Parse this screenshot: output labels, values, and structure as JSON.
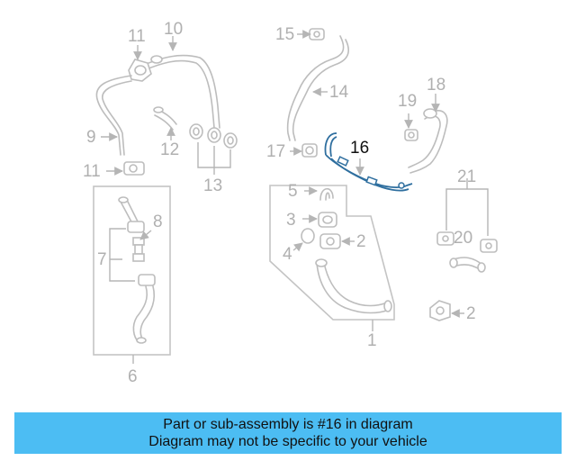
{
  "callouts": {
    "c1": "1",
    "c2a": "2",
    "c2b": "2",
    "c3": "3",
    "c4": "4",
    "c5": "5",
    "c6": "6",
    "c7": "7",
    "c8": "8",
    "c9": "9",
    "c10": "10",
    "c11a": "11",
    "c11b": "11",
    "c12": "12",
    "c13": "13",
    "c14": "14",
    "c15": "15",
    "c16": "16",
    "c17": "17",
    "c18": "18",
    "c19": "19",
    "c20": "20",
    "c21": "21"
  },
  "highlight": {
    "part": "16",
    "color": "#2f6f9f"
  },
  "banner": {
    "line1": "Part or sub-assembly is #16 in diagram",
    "line2": "Diagram may not be specific to your vehicle",
    "color": "#4cbdf3"
  }
}
